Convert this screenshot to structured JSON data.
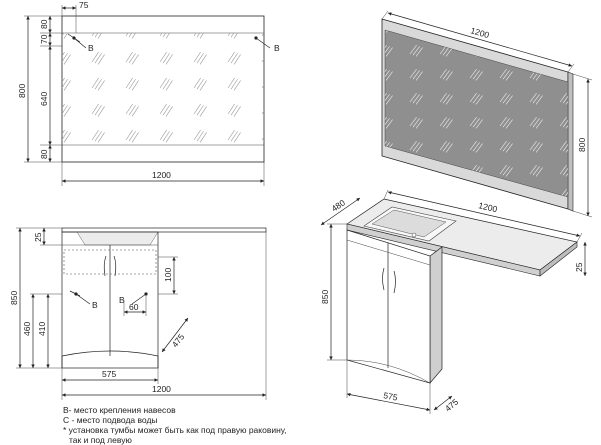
{
  "labels": {
    "mark_b": "B",
    "dims": {
      "d75": "75",
      "d80a": "80",
      "d70": "70",
      "d800a": "800",
      "d640": "640",
      "d80b": "80",
      "d1200a": "1200",
      "d1200b": "1200",
      "d800b": "800",
      "d480": "480",
      "d1200c": "1200",
      "d25a": "25",
      "d850a": "850",
      "d25b": "25",
      "d100": "100",
      "d850b": "850",
      "d460": "460",
      "d410": "410",
      "d60": "60",
      "d475a": "475",
      "d575a": "575",
      "d1200d": "1200",
      "d575b": "575",
      "d475b": "475"
    }
  },
  "notes": {
    "line1": "В- место крепления навесов",
    "line2": "С - место подвода воды",
    "line3": "* установка тумбы может быть как под правую раковину,",
    "line4": "так и под левую"
  }
}
